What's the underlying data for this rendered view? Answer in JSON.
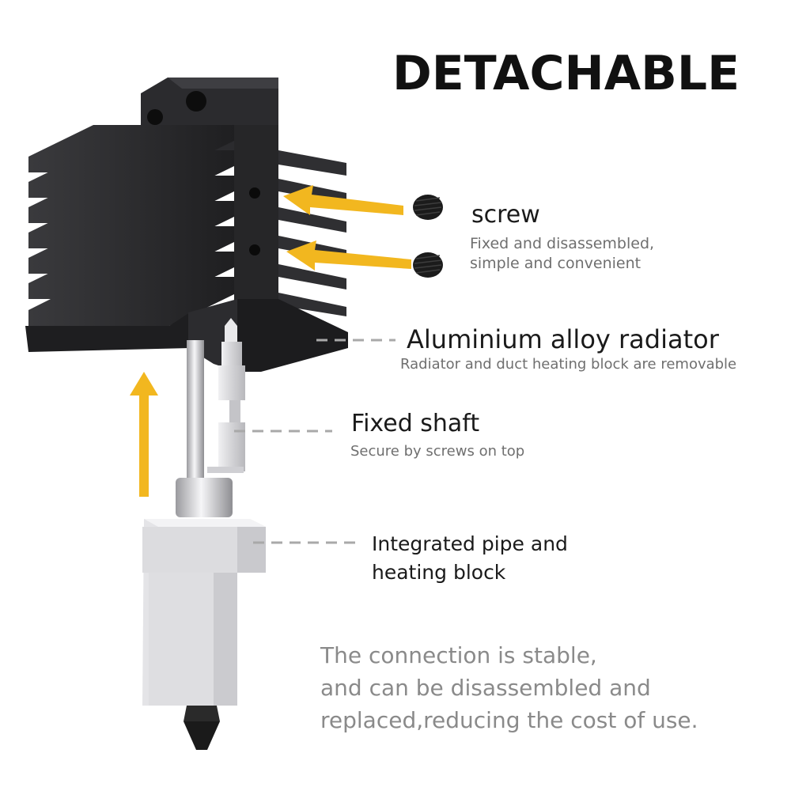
{
  "headline": "DETACHABLE",
  "callouts": {
    "screw": {
      "title": "screw",
      "line1": "Fixed and disassembled,",
      "line2": "simple and convenient"
    },
    "radiator": {
      "title": "Aluminium alloy radiator",
      "subtitle": "Radiator and duct heating block are removable"
    },
    "shaft": {
      "title": "Fixed shaft",
      "subtitle": "Secure by screws on top"
    },
    "heating_block": {
      "line1": "Integrated pipe and",
      "line2": "heating block"
    }
  },
  "footer": {
    "line1": "The connection is stable,",
    "line2": "and can be disassembled and",
    "line3": "replaced,reducing the cost of use."
  },
  "colors": {
    "arrow": "#f2b71f",
    "heatsink": "#2a2a2c",
    "metal": "#d9d9dc",
    "nozzle": "#1e1e1e",
    "leader": "#a9a9a9"
  }
}
